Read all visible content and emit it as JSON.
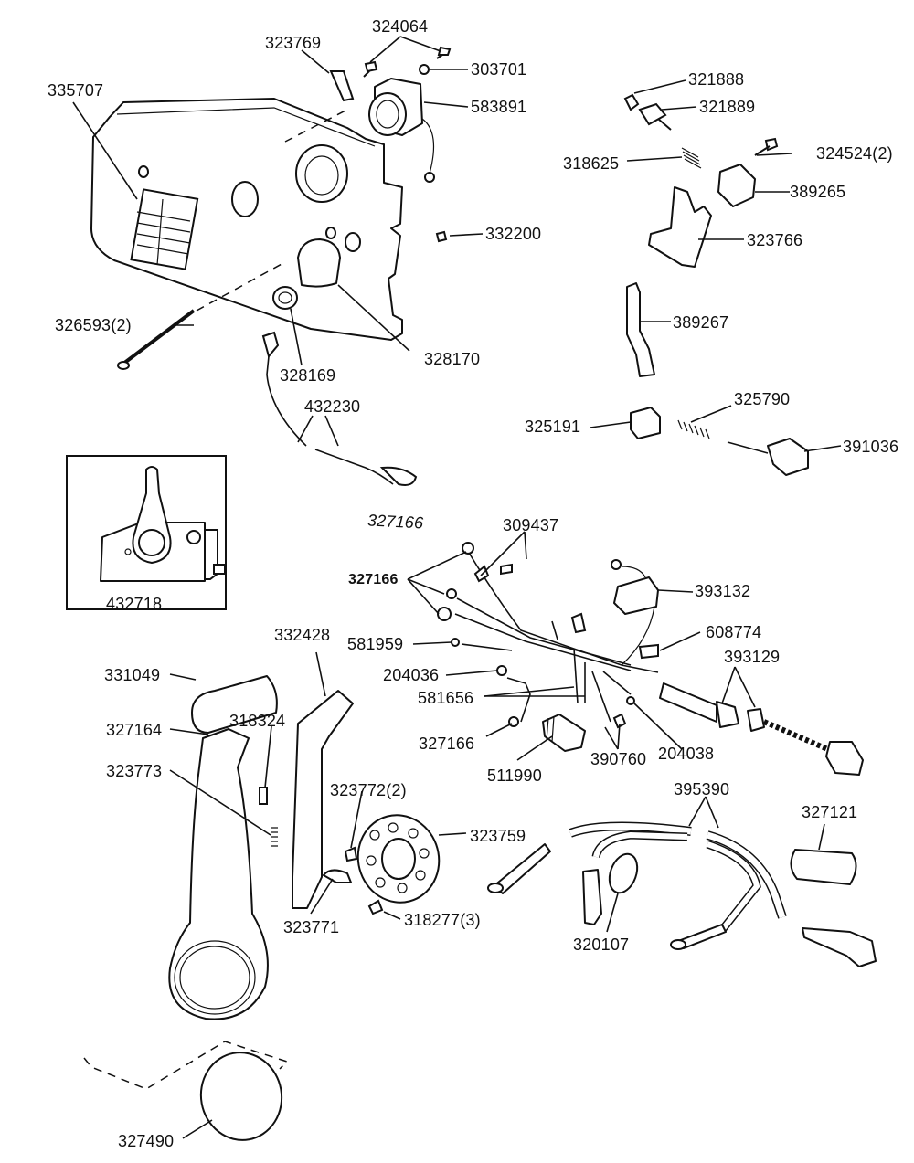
{
  "diagram": {
    "title": "",
    "type": "exploded-parts-diagram",
    "inset_caption": "432718",
    "parts": [
      {
        "id": "p335707",
        "label": "335707"
      },
      {
        "id": "p323769",
        "label": "323769"
      },
      {
        "id": "p324064",
        "label": "324064"
      },
      {
        "id": "p303701",
        "label": "303701"
      },
      {
        "id": "p583891",
        "label": "583891"
      },
      {
        "id": "p332200",
        "label": "332200"
      },
      {
        "id": "p326593",
        "label": "326593(2)"
      },
      {
        "id": "p328169",
        "label": "328169"
      },
      {
        "id": "p328170",
        "label": "328170"
      },
      {
        "id": "p432230",
        "label": "432230"
      },
      {
        "id": "p321888",
        "label": "321888"
      },
      {
        "id": "p321889",
        "label": "321889"
      },
      {
        "id": "p318625",
        "label": "318625"
      },
      {
        "id": "p324524",
        "label": "324524(2)"
      },
      {
        "id": "p389265",
        "label": "389265"
      },
      {
        "id": "p323766",
        "label": "323766"
      },
      {
        "id": "p389267",
        "label": "389267"
      },
      {
        "id": "p325790",
        "label": "325790"
      },
      {
        "id": "p325191",
        "label": "325191"
      },
      {
        "id": "p391036",
        "label": "391036"
      },
      {
        "id": "p327166_harness_title",
        "label": "327166"
      },
      {
        "id": "p309437",
        "label": "309437"
      },
      {
        "id": "p327166_terminals",
        "label": "327166"
      },
      {
        "id": "p393132",
        "label": "393132"
      },
      {
        "id": "p581959",
        "label": "581959"
      },
      {
        "id": "p608774",
        "label": "608774"
      },
      {
        "id": "p393129",
        "label": "393129"
      },
      {
        "id": "p204036",
        "label": "204036"
      },
      {
        "id": "p581656",
        "label": "581656"
      },
      {
        "id": "p327166_lower",
        "label": "327166"
      },
      {
        "id": "p390760",
        "label": "390760"
      },
      {
        "id": "p204038",
        "label": "204038"
      },
      {
        "id": "p511990",
        "label": "511990"
      },
      {
        "id": "p332428",
        "label": "332428"
      },
      {
        "id": "p331049",
        "label": "331049"
      },
      {
        "id": "p327164",
        "label": "327164"
      },
      {
        "id": "p318324",
        "label": "318324"
      },
      {
        "id": "p323773",
        "label": "323773"
      },
      {
        "id": "p323772",
        "label": "323772(2)"
      },
      {
        "id": "p323759",
        "label": "323759"
      },
      {
        "id": "p323771",
        "label": "323771"
      },
      {
        "id": "p318277",
        "label": "318277(3)"
      },
      {
        "id": "p395390",
        "label": "395390"
      },
      {
        "id": "p327121",
        "label": "327121"
      },
      {
        "id": "p320107",
        "label": "320107"
      },
      {
        "id": "p327490",
        "label": "327490"
      }
    ]
  }
}
